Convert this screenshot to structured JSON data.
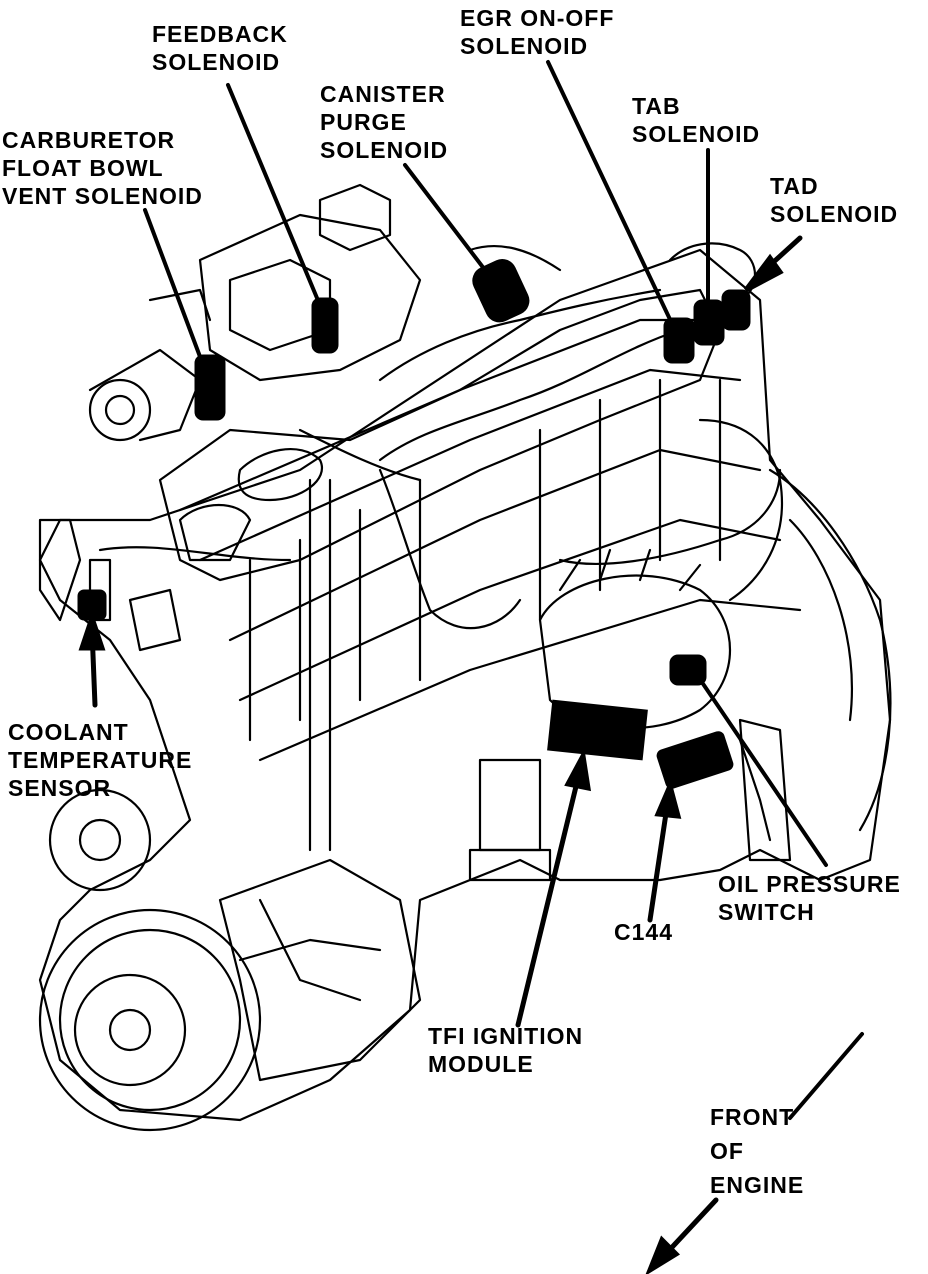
{
  "labels": {
    "feedback": [
      "FEEDBACK",
      "SOLENOID"
    ],
    "egr": [
      "EGR ON-OFF",
      "SOLENOID"
    ],
    "canister": [
      "CANISTER",
      "PURGE",
      "SOLENOID"
    ],
    "carburetor": [
      "CARBURETOR",
      "FLOAT BOWL",
      "VENT SOLENOID"
    ],
    "tab": [
      "TAB",
      "SOLENOID"
    ],
    "tad": [
      "TAD",
      "SOLENOID"
    ],
    "coolant": [
      "COOLANT",
      "TEMPERATURE",
      "SENSOR"
    ],
    "oil": [
      "OIL PRESSURE",
      "SWITCH"
    ],
    "c144": [
      "C144"
    ],
    "tfi": [
      "TFI IGNITION",
      "MODULE"
    ],
    "front": [
      "FRONT",
      "OF",
      "ENGINE"
    ]
  },
  "colors": {
    "ink": "#000000",
    "paper": "#ffffff"
  }
}
